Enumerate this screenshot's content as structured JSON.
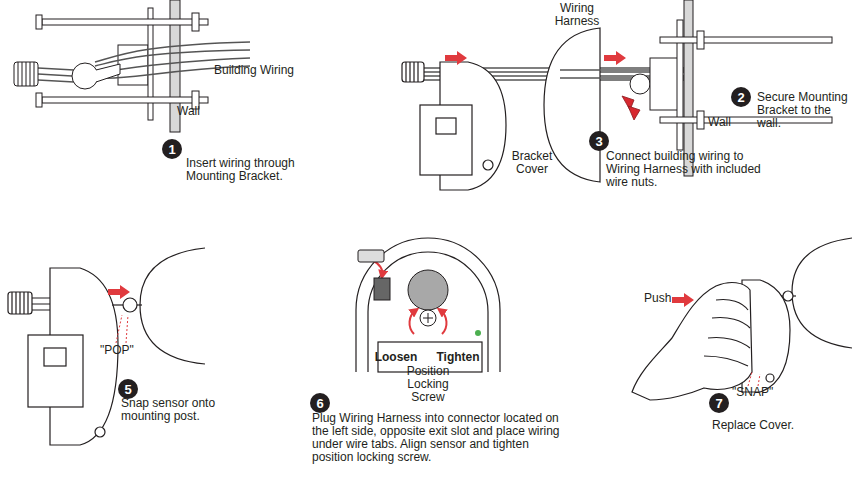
{
  "diagram": {
    "nodes": [
      {
        "text": [
          "1"
        ]
      },
      {
        "text": [
          "2"
        ]
      },
      {
        "text": [
          "3"
        ]
      },
      {
        "text": [
          "5"
        ]
      },
      {
        "text": [
          "6"
        ]
      },
      {
        "text": [
          "7"
        ]
      }
    ],
    "labels": [
      "Building Wiring",
      "Wall",
      "Insert wiring through Mounting Bracket.",
      "Wiring Harness",
      "Secure Mounting Bracket to the wall.",
      "Wall",
      "Bracket Cover",
      "Connect building wiring to Wiring Harness with included wire nuts.",
      "\"POP\"",
      "Snap sensor onto mounting post.",
      "Loosen",
      "Tighten",
      "Position Locking Screw",
      "Plug Wiring Harness into connector located on the left side, opposite exit slot and place wiring under wire tabs. Align sensor and tighten position locking screw.",
      "Push",
      "\"SNAP\"",
      "Replace Cover."
    ]
  }
}
